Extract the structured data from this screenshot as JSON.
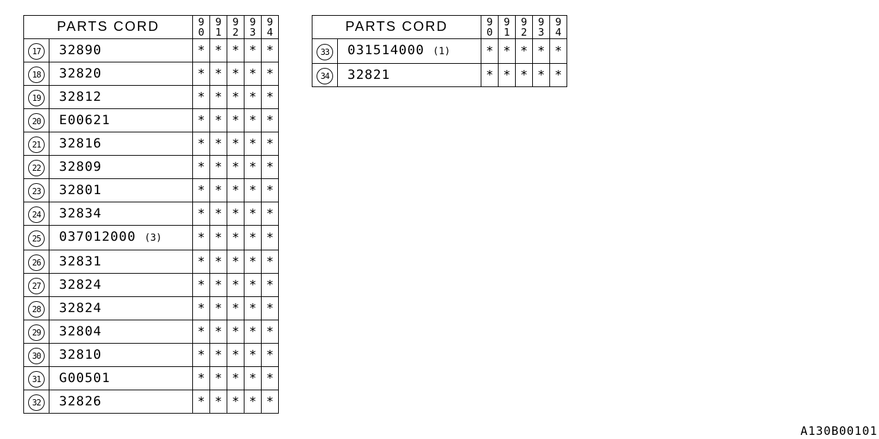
{
  "header": {
    "parts_label": "PARTS CORD",
    "years": [
      {
        "top": "9",
        "bottom": "0"
      },
      {
        "top": "9",
        "bottom": "1"
      },
      {
        "top": "9",
        "bottom": "2"
      },
      {
        "top": "9",
        "bottom": "3"
      },
      {
        "top": "9",
        "bottom": "4"
      }
    ]
  },
  "tables": [
    {
      "rows": [
        {
          "index": "17",
          "code": "32890",
          "qty": "",
          "marks": [
            "*",
            "*",
            "*",
            "*",
            "*"
          ]
        },
        {
          "index": "18",
          "code": "32820",
          "qty": "",
          "marks": [
            "*",
            "*",
            "*",
            "*",
            "*"
          ]
        },
        {
          "index": "19",
          "code": "32812",
          "qty": "",
          "marks": [
            "*",
            "*",
            "*",
            "*",
            "*"
          ]
        },
        {
          "index": "20",
          "code": "E00621",
          "qty": "",
          "marks": [
            "*",
            "*",
            "*",
            "*",
            "*"
          ]
        },
        {
          "index": "21",
          "code": "32816",
          "qty": "",
          "marks": [
            "*",
            "*",
            "*",
            "*",
            "*"
          ]
        },
        {
          "index": "22",
          "code": "32809",
          "qty": "",
          "marks": [
            "*",
            "*",
            "*",
            "*",
            "*"
          ]
        },
        {
          "index": "23",
          "code": "32801",
          "qty": "",
          "marks": [
            "*",
            "*",
            "*",
            "*",
            "*"
          ]
        },
        {
          "index": "24",
          "code": "32834",
          "qty": "",
          "marks": [
            "*",
            "*",
            "*",
            "*",
            "*"
          ]
        },
        {
          "index": "25",
          "code": "037012000",
          "qty": "(3)",
          "marks": [
            "*",
            "*",
            "*",
            "*",
            "*"
          ]
        },
        {
          "index": "26",
          "code": "32831",
          "qty": "",
          "marks": [
            "*",
            "*",
            "*",
            "*",
            "*"
          ]
        },
        {
          "index": "27",
          "code": "32824",
          "qty": "",
          "marks": [
            "*",
            "*",
            "*",
            "*",
            "*"
          ]
        },
        {
          "index": "28",
          "code": "32824",
          "qty": "",
          "marks": [
            "*",
            "*",
            "*",
            "*",
            "*"
          ]
        },
        {
          "index": "29",
          "code": "32804",
          "qty": "",
          "marks": [
            "*",
            "*",
            "*",
            "*",
            "*"
          ]
        },
        {
          "index": "30",
          "code": "32810",
          "qty": "",
          "marks": [
            "*",
            "*",
            "*",
            "*",
            "*"
          ]
        },
        {
          "index": "31",
          "code": "G00501",
          "qty": "",
          "marks": [
            "*",
            "*",
            "*",
            "*",
            "*"
          ]
        },
        {
          "index": "32",
          "code": "32826",
          "qty": "",
          "marks": [
            "*",
            "*",
            "*",
            "*",
            "*"
          ]
        }
      ]
    },
    {
      "rows": [
        {
          "index": "33",
          "code": "031514000",
          "qty": "(1)",
          "marks": [
            "*",
            "*",
            "*",
            "*",
            "*"
          ]
        },
        {
          "index": "34",
          "code": "32821",
          "qty": "",
          "marks": [
            "*",
            "*",
            "*",
            "*",
            "*"
          ]
        }
      ]
    }
  ],
  "diagram_code": "A130B00101"
}
